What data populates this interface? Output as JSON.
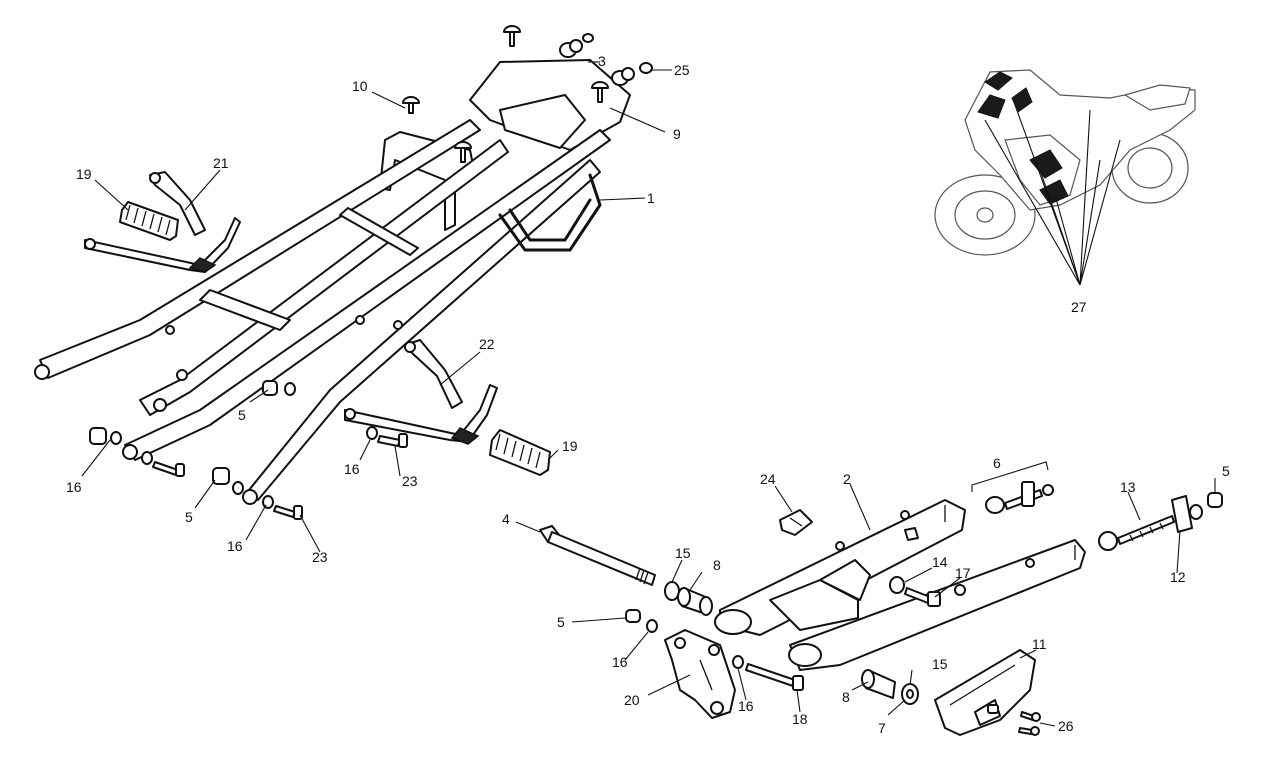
{
  "callouts": {
    "c1": "1",
    "c2": "2",
    "c3": "3",
    "c4": "4",
    "c5a": "5",
    "c5b": "5",
    "c5c": "5",
    "c5d": "5",
    "c6": "6",
    "c7": "7",
    "c8a": "8",
    "c8b": "8",
    "c9": "9",
    "c10": "10",
    "c11": "11",
    "c12": "12",
    "c13": "13",
    "c14": "14",
    "c15a": "15",
    "c15b": "15",
    "c16a": "16",
    "c16b": "16",
    "c16c": "16",
    "c16d": "16",
    "c16e": "16",
    "c17": "17",
    "c18": "18",
    "c19a": "19",
    "c19b": "19",
    "c20": "20",
    "c21": "21",
    "c22": "22",
    "c23a": "23",
    "c23b": "23",
    "c24": "24",
    "c25": "25",
    "c26": "26",
    "c27": "27"
  }
}
